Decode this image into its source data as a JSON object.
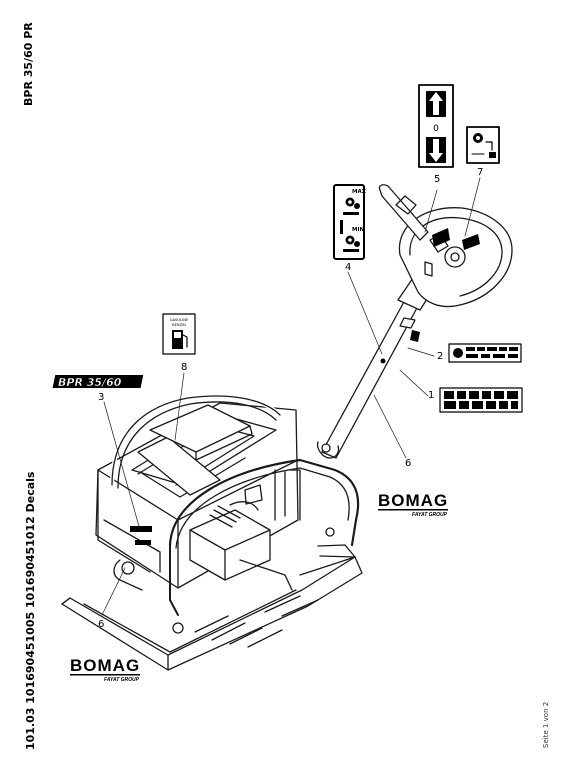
{
  "header": {
    "model_title": "BPR 35/60 PR"
  },
  "footer": {
    "doc_ref": "101.03 101690451005 101690451012 Decals",
    "page_label": "Seite 1 von 2"
  },
  "callouts": [
    "1",
    "2",
    "3",
    "4",
    "5",
    "6",
    "7",
    "8",
    "6"
  ],
  "decals": {
    "direction_label": {
      "value": "0"
    },
    "fuel_label": {
      "title": "GASOLINE",
      "subtitle": "BENZIN"
    },
    "throttle_label": {
      "max": "MAX",
      "min": "MIN"
    },
    "model_badge": {
      "text": "BPR 35/60"
    },
    "brand_logos": [
      {
        "name": "BOMAG",
        "tagline": "FAYAT GROUP"
      },
      {
        "name": "BOMAG",
        "tagline": "FAYAT GROUP"
      }
    ]
  },
  "colors": {
    "line": "#1a1a1a",
    "decal_fill": "#000000",
    "background": "#ffffff"
  }
}
